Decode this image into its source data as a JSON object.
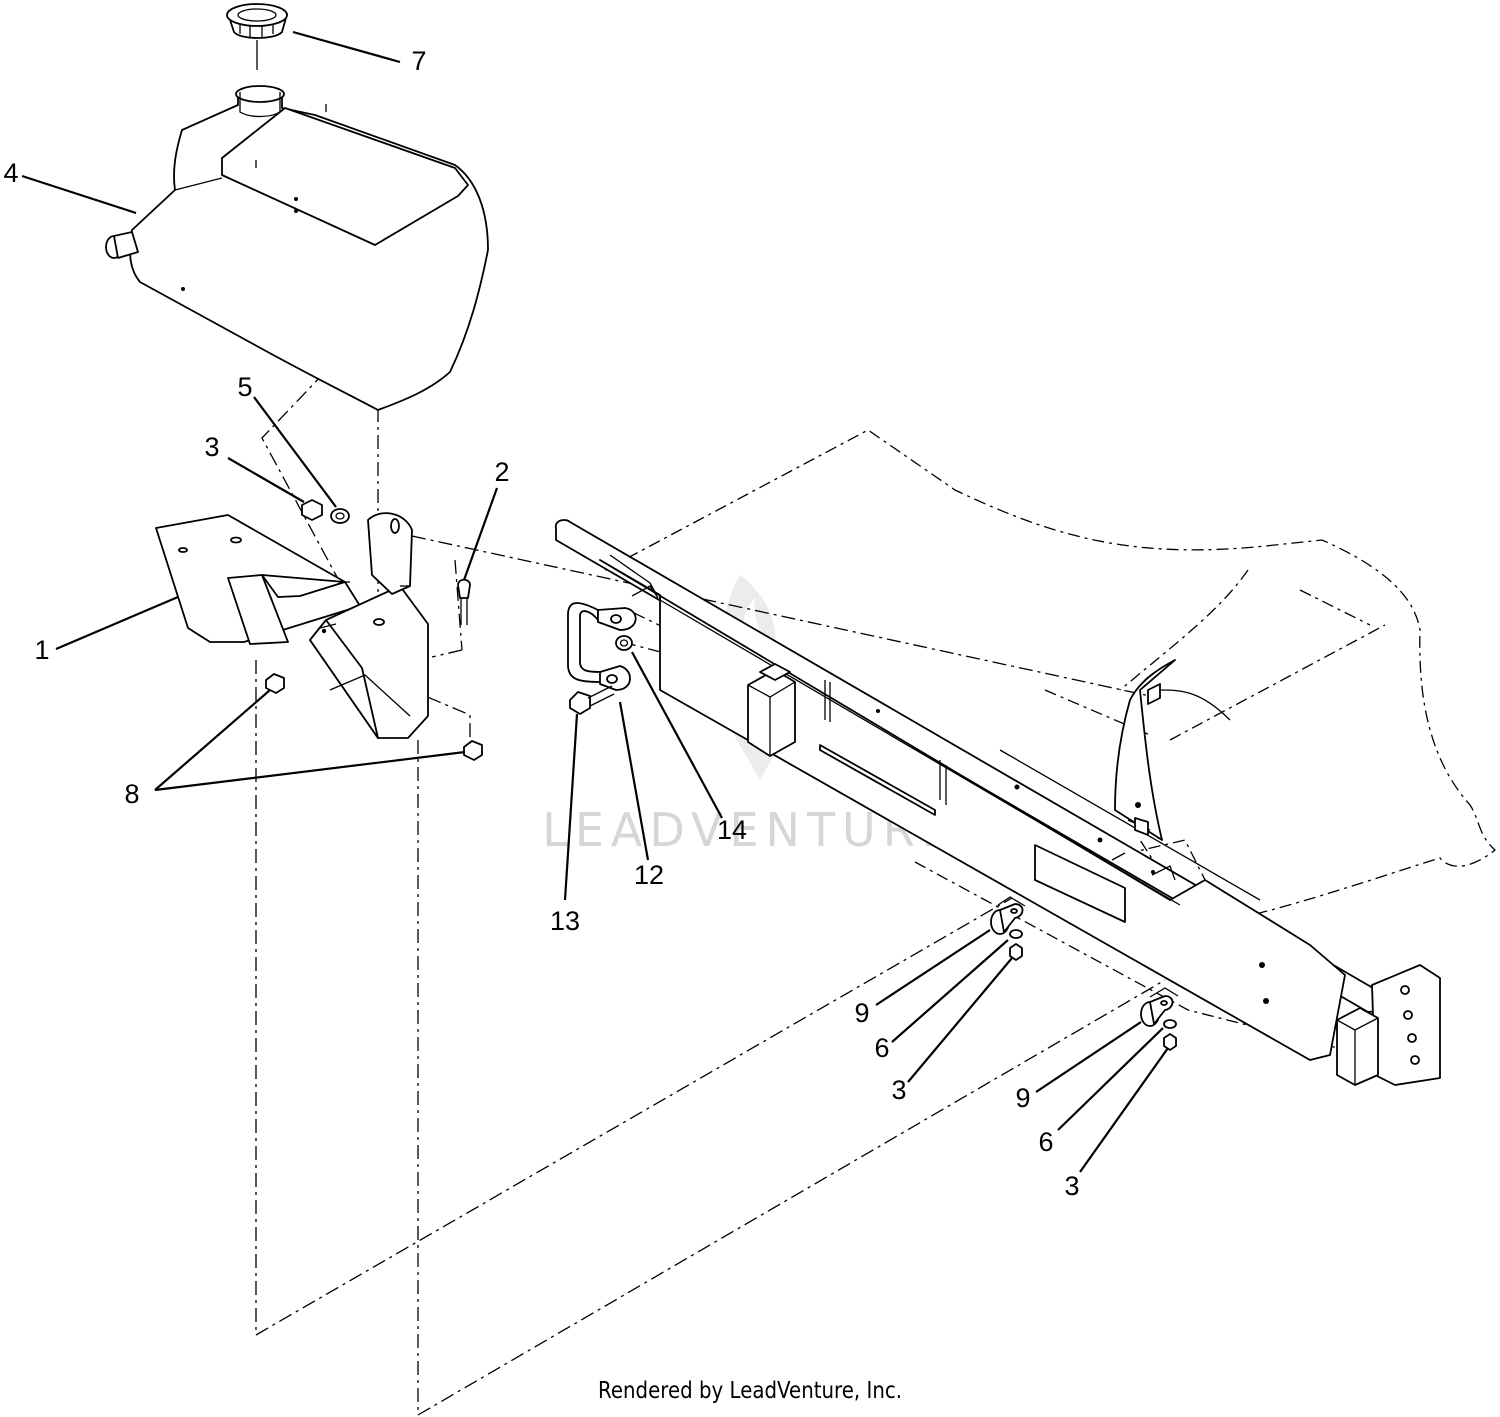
{
  "watermark": {
    "text": "LEADVENTURE"
  },
  "callouts": [
    {
      "id": "c7",
      "label": "7"
    },
    {
      "id": "c4",
      "label": "4"
    },
    {
      "id": "c5",
      "label": "5"
    },
    {
      "id": "c3a",
      "label": "3"
    },
    {
      "id": "c2",
      "label": "2"
    },
    {
      "id": "c1",
      "label": "1"
    },
    {
      "id": "c8",
      "label": "8"
    },
    {
      "id": "c13",
      "label": "13"
    },
    {
      "id": "c12",
      "label": "12"
    },
    {
      "id": "c14",
      "label": "14"
    },
    {
      "id": "c9a",
      "label": "9"
    },
    {
      "id": "c6a",
      "label": "6"
    },
    {
      "id": "c3b",
      "label": "3"
    },
    {
      "id": "c9b",
      "label": "9"
    },
    {
      "id": "c6b",
      "label": "6"
    },
    {
      "id": "c3c",
      "label": "3"
    }
  ],
  "footer": {
    "text": "Rendered by LeadVenture, Inc."
  }
}
